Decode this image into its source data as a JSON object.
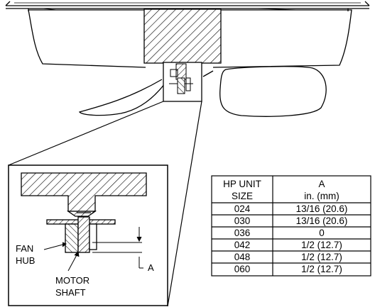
{
  "detail_labels": {
    "fan_hub_line1": "FAN",
    "fan_hub_line2": "HUB",
    "motor_shaft_line1": "MOTOR",
    "motor_shaft_line2": "SHAFT",
    "dimension": "A"
  },
  "table": {
    "header_col1_line1": "HP UNIT",
    "header_col1_line2": "SIZE",
    "header_col2_line1": "A",
    "header_col2_line2": "in. (mm)",
    "rows": [
      {
        "size": "024",
        "value": "13/16 (20.6)"
      },
      {
        "size": "030",
        "value": "13/16 (20.6)"
      },
      {
        "size": "036",
        "value": "0"
      },
      {
        "size": "042",
        "value": "1/2 (12.7)"
      },
      {
        "size": "048",
        "value": "1/2 (12.7)"
      },
      {
        "size": "060",
        "value": "1/2 (12.7)"
      }
    ]
  },
  "colors": {
    "line": "#000000",
    "background": "#ffffff"
  }
}
